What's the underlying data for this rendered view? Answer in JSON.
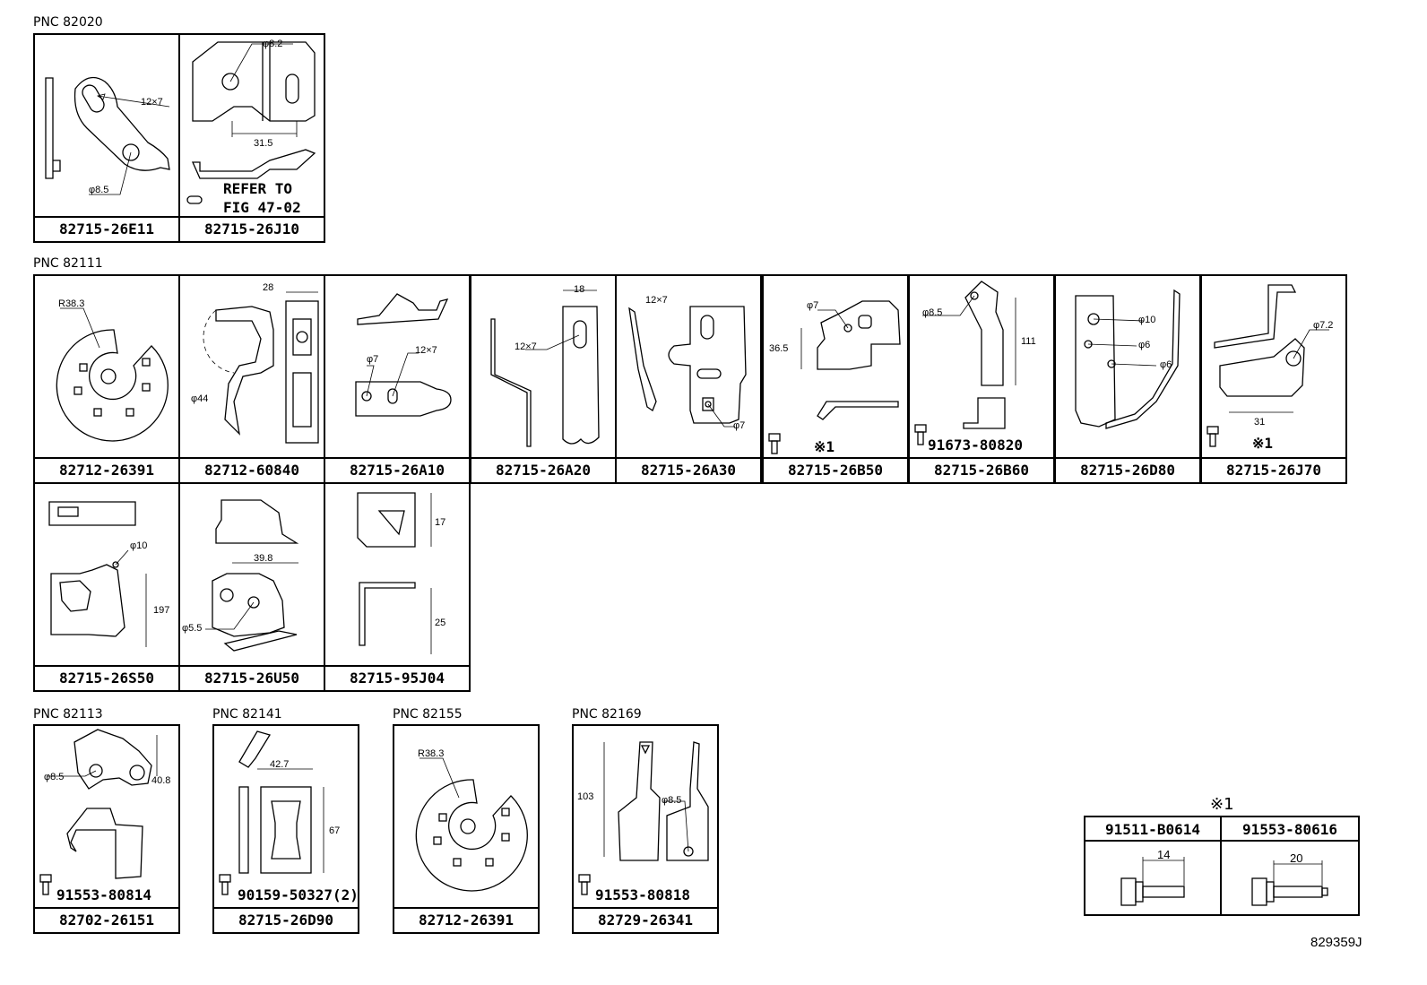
{
  "groups": {
    "pnc82020": {
      "label": "PNC 82020",
      "cells": [
        {
          "part": "82715-26E11",
          "dims": [
            "12×7",
            "φ8.5"
          ]
        },
        {
          "part": "82715-26J10",
          "dims": [
            "φ8.2",
            "31.5"
          ],
          "note_line1": "REFER TO",
          "note_line2": "FIG 47-02"
        }
      ]
    },
    "pnc82111": {
      "label": "PNC 82111",
      "cells": [
        {
          "part": "82712-26391",
          "dims": [
            "R38.3"
          ]
        },
        {
          "part": "82712-60840",
          "dims": [
            "28",
            "φ44"
          ]
        },
        {
          "part": "82715-26A10",
          "dims": [
            "φ7",
            "12×7"
          ]
        },
        {
          "part": "82715-26A20",
          "dims": [
            "18",
            "12×7"
          ]
        },
        {
          "part": "82715-26A30",
          "dims": [
            "12×7",
            "φ7"
          ]
        },
        {
          "part": "82715-26B50",
          "dims": [
            "φ7",
            "36.5"
          ],
          "hardware": "※1"
        },
        {
          "part": "82715-26B60",
          "dims": [
            "φ8.5",
            "111"
          ],
          "hardware": "91673-80820"
        },
        {
          "part": "82715-26D80",
          "dims": [
            "φ10",
            "φ6",
            "φ6"
          ]
        },
        {
          "part": "82715-26J70",
          "dims": [
            "φ7.2",
            "31"
          ],
          "hardware": "※1"
        },
        {
          "part": "82715-26S50",
          "dims": [
            "φ10",
            "197"
          ]
        },
        {
          "part": "82715-26U50",
          "dims": [
            "39.8",
            "φ5.5"
          ]
        },
        {
          "part": "82715-95J04",
          "dims": [
            "17",
            "25"
          ]
        }
      ]
    },
    "pnc82113": {
      "label": "PNC 82113",
      "cell": {
        "part": "82702-26151",
        "dims": [
          "φ8.5",
          "40.8"
        ],
        "hardware": "91553-80814"
      }
    },
    "pnc82141": {
      "label": "PNC 82141",
      "cell": {
        "part": "82715-26D90",
        "dims": [
          "42.7",
          "67"
        ],
        "hardware": "90159-50327(2)"
      }
    },
    "pnc82155": {
      "label": "PNC 82155",
      "cell": {
        "part": "82712-26391",
        "dims": [
          "R38.3"
        ]
      }
    },
    "pnc82169": {
      "label": "PNC 82169",
      "cell": {
        "part": "82729-26341",
        "dims": [
          "103",
          "φ8.5"
        ],
        "hardware": "91553-80818"
      }
    }
  },
  "bolt_table": {
    "title": "※1",
    "columns": [
      {
        "part": "91511-B0614",
        "length": "14"
      },
      {
        "part": "91553-80616",
        "length": "20"
      }
    ]
  },
  "diagram_code": "829359J"
}
